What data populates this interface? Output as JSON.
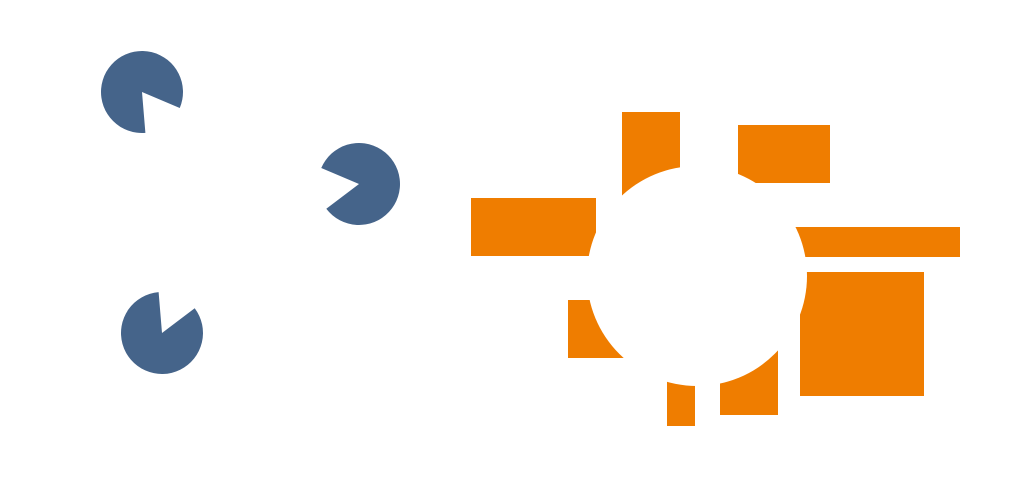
{
  "figure": {
    "kanizsa_triangle": {
      "inducer_count": 3,
      "inducer_shape": "pacman",
      "color": "#45648a",
      "illusory_shape": "triangle",
      "background": "#ffffff"
    },
    "illusory_circle": {
      "occluded_shapes": "rectangles",
      "rectangle_count": 8,
      "color": "#ef7d00",
      "illusory_shape": "circle",
      "background": "#ffffff"
    }
  }
}
